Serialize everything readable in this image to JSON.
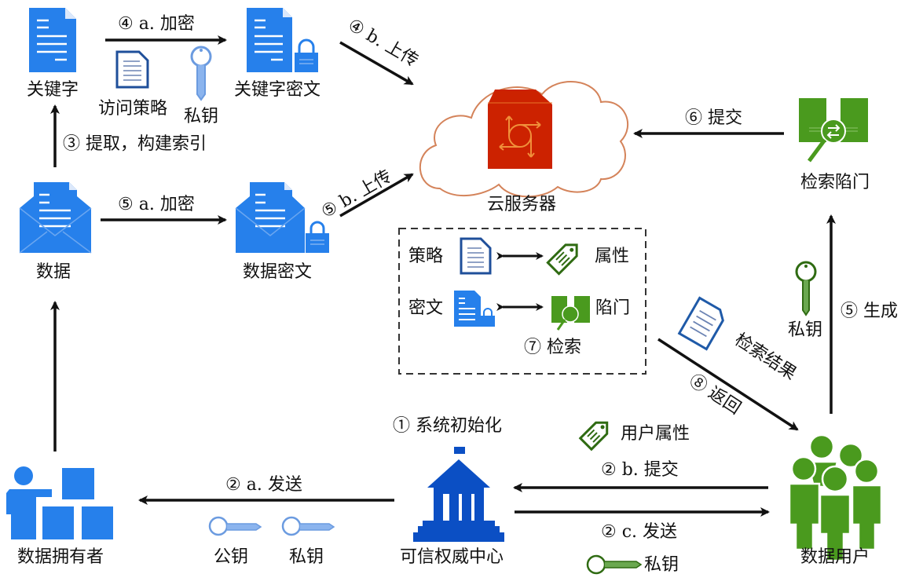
{
  "nodes": {
    "keyword": "关键字",
    "keyword_cipher": "关键字密文",
    "data": "数据",
    "data_cipher": "数据密文",
    "cloud_server": "云服务器",
    "search_trapdoor": "检索陷门",
    "data_owner": "数据拥有者",
    "authority": "可信权威中心",
    "data_user": "数据用户"
  },
  "steps": {
    "s1": "① 系统初始化",
    "s2a": "② a. 发送",
    "s2b": "② b. 提交",
    "s2c": "② c. 发送",
    "s3": "③ 提取，构建索引",
    "s4a": "④ a. 加密",
    "s4b": "④ b. 上传",
    "s5a": "⑤ a. 加密",
    "s5b": "⑤ b. 上传",
    "s5gen": "⑤ 生成",
    "s6": "⑥ 提交",
    "s7": "⑦ 检索",
    "s8": "⑧ 返回"
  },
  "items": {
    "access_policy": "访问策略",
    "private_key": "私钥",
    "public_key": "公钥",
    "user_attributes": "用户属性",
    "search_result": "检索结果"
  },
  "search_box": {
    "policy": "策略",
    "attribute": "属性",
    "ciphertext": "密文",
    "trapdoor": "陷门"
  },
  "colors": {
    "doc_blue": "#2680eb",
    "authority_blue": "#0b4fc4",
    "user_green": "#4a9a1e",
    "cloud_stroke": "#d4835a",
    "server_red": "#cc2200",
    "policy_outline": "#1f4f9a",
    "tag_green": "#2f6b12"
  }
}
